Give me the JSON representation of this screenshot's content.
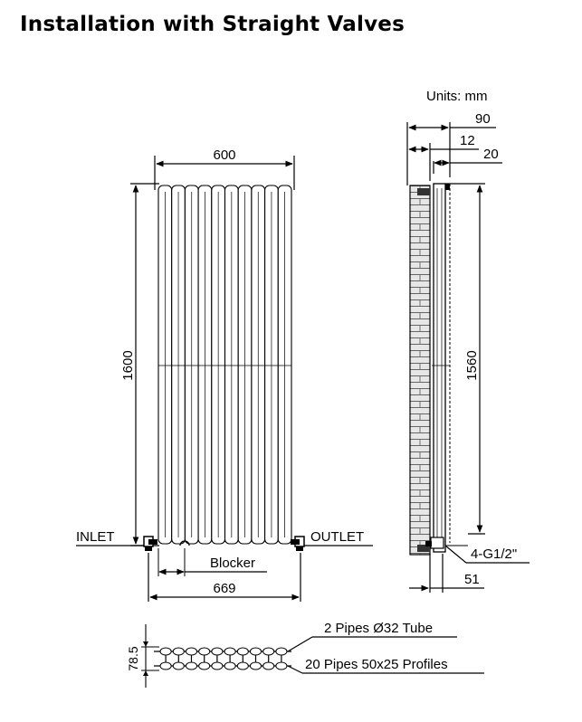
{
  "title": "Installation with Straight Valves",
  "units": "Units: mm",
  "front_view": {
    "width_label": "600",
    "height_label": "1600",
    "valve_width_label": "669",
    "inlet_label": "INLET",
    "outlet_label": "OUTLET",
    "blocker_label": "Blocker",
    "tube_count": 10
  },
  "side_view": {
    "depth_label": "90",
    "bracket_label": "12",
    "pipe_label": "20",
    "center_height_label": "1560",
    "connection_label": "4-G1/2\"",
    "offset_label": "51"
  },
  "top_view": {
    "depth_label": "78.5",
    "tube_label": "2 Pipes Ø32  Tube",
    "profile_label": "20 Pipes 50x25  Profiles",
    "profile_count": 10
  }
}
